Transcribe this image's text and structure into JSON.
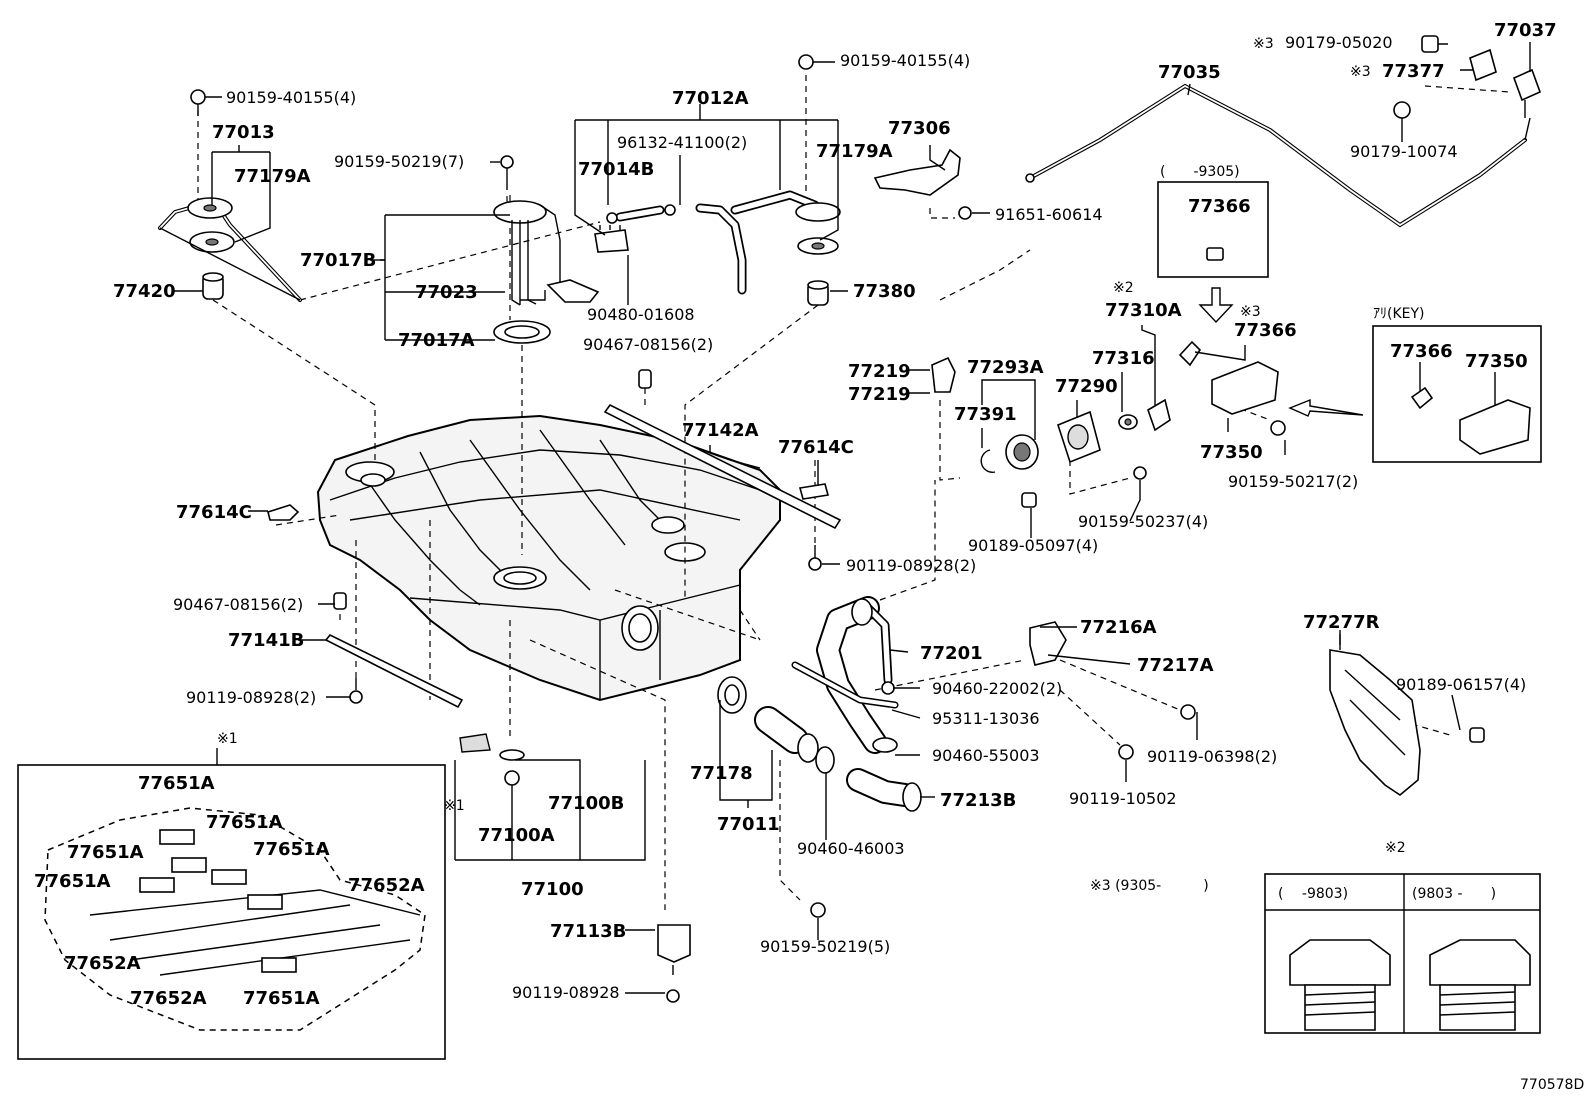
{
  "diagram_id": "770578D",
  "labels": {
    "p90159_40155_a": "90159-40155(4)",
    "p90159_40155_b": "90159-40155(4)",
    "p77013": "77013",
    "p77179A_l": "77179A",
    "p90159_50219_7": "90159-50219(7)",
    "p77012A": "77012A",
    "p96132_41100": "96132-41100(2)",
    "p77014B": "77014B",
    "p77179A_r": "77179A",
    "p77306": "77306",
    "p91651_60614": "91651-60614",
    "p77035": "77035",
    "p90179_05020": "90179-05020",
    "p77377": "77377",
    "p77037": "77037",
    "p90179_10074": "90179-10074",
    "p77017B": "77017B",
    "p77420": "77420",
    "p77023": "77023",
    "p77017A": "77017A",
    "p90480_01608": "90480-01608",
    "p77380": "77380",
    "p90467_08156_top": "90467-08156(2)",
    "range_9305": "(　　-9305)",
    "p77366_box": "77366",
    "p77310A": "77310A",
    "p77366_m": "77366",
    "key_title": "ｱﾘ(KEY)",
    "p77366_key": "77366",
    "p77350_key": "77350",
    "p77316": "77316",
    "p77219_a": "77219",
    "p77219_b": "77219",
    "p77293A": "77293A",
    "p77290": "77290",
    "p77391": "77391",
    "p77350": "77350",
    "p90159_50217": "90159-50217(2)",
    "p77142A": "77142A",
    "p77614C_r": "77614C",
    "p77614C_l": "77614C",
    "p90159_50237": "90159-50237(4)",
    "p90189_05097": "90189-05097(4)",
    "p90119_08928_2a": "90119-08928(2)",
    "p90467_08156_l": "90467-08156(2)",
    "p77141B": "77141B",
    "p90119_08928_2b": "90119-08928(2)",
    "p77216A": "77216A",
    "p77277R": "77277R",
    "p77201": "77201",
    "p77217A": "77217A",
    "p90460_22002": "90460-22002(2)",
    "p90189_06157": "90189-06157(4)",
    "p95311_13036": "95311-13036",
    "p90119_06398": "90119-06398(2)",
    "p90460_55003": "90460-55003",
    "p77213B": "77213B",
    "p90119_10502": "90119-10502",
    "p77178": "77178",
    "p77011": "77011",
    "p90460_46003": "90460-46003",
    "p77100B": "77100B",
    "p77100A": "77100A",
    "p77100": "77100",
    "p77113B": "77113B",
    "p90119_08928": "90119-08928",
    "p90159_50219_5": "90159-50219(5)",
    "p77651A_1": "77651A",
    "p77651A_2": "77651A",
    "p77651A_3": "77651A",
    "p77651A_4": "77651A",
    "p77651A_5": "77651A",
    "p77651A_6": "77651A",
    "p77652A_1": "77652A",
    "p77652A_2": "77652A",
    "p77652A_3": "77652A"
  },
  "notes": {
    "mark1": "※1",
    "mark1_inline": "※1",
    "mark2": "※2",
    "mark2_box": "※2",
    "mark3_a": "※3",
    "mark3_b": "※3",
    "mark3_c": "※3",
    "mark3_range": "※3 (9305-　　　)",
    "cap_col1": "(　 -9803)",
    "cap_col2": "(9803 -　　)"
  }
}
